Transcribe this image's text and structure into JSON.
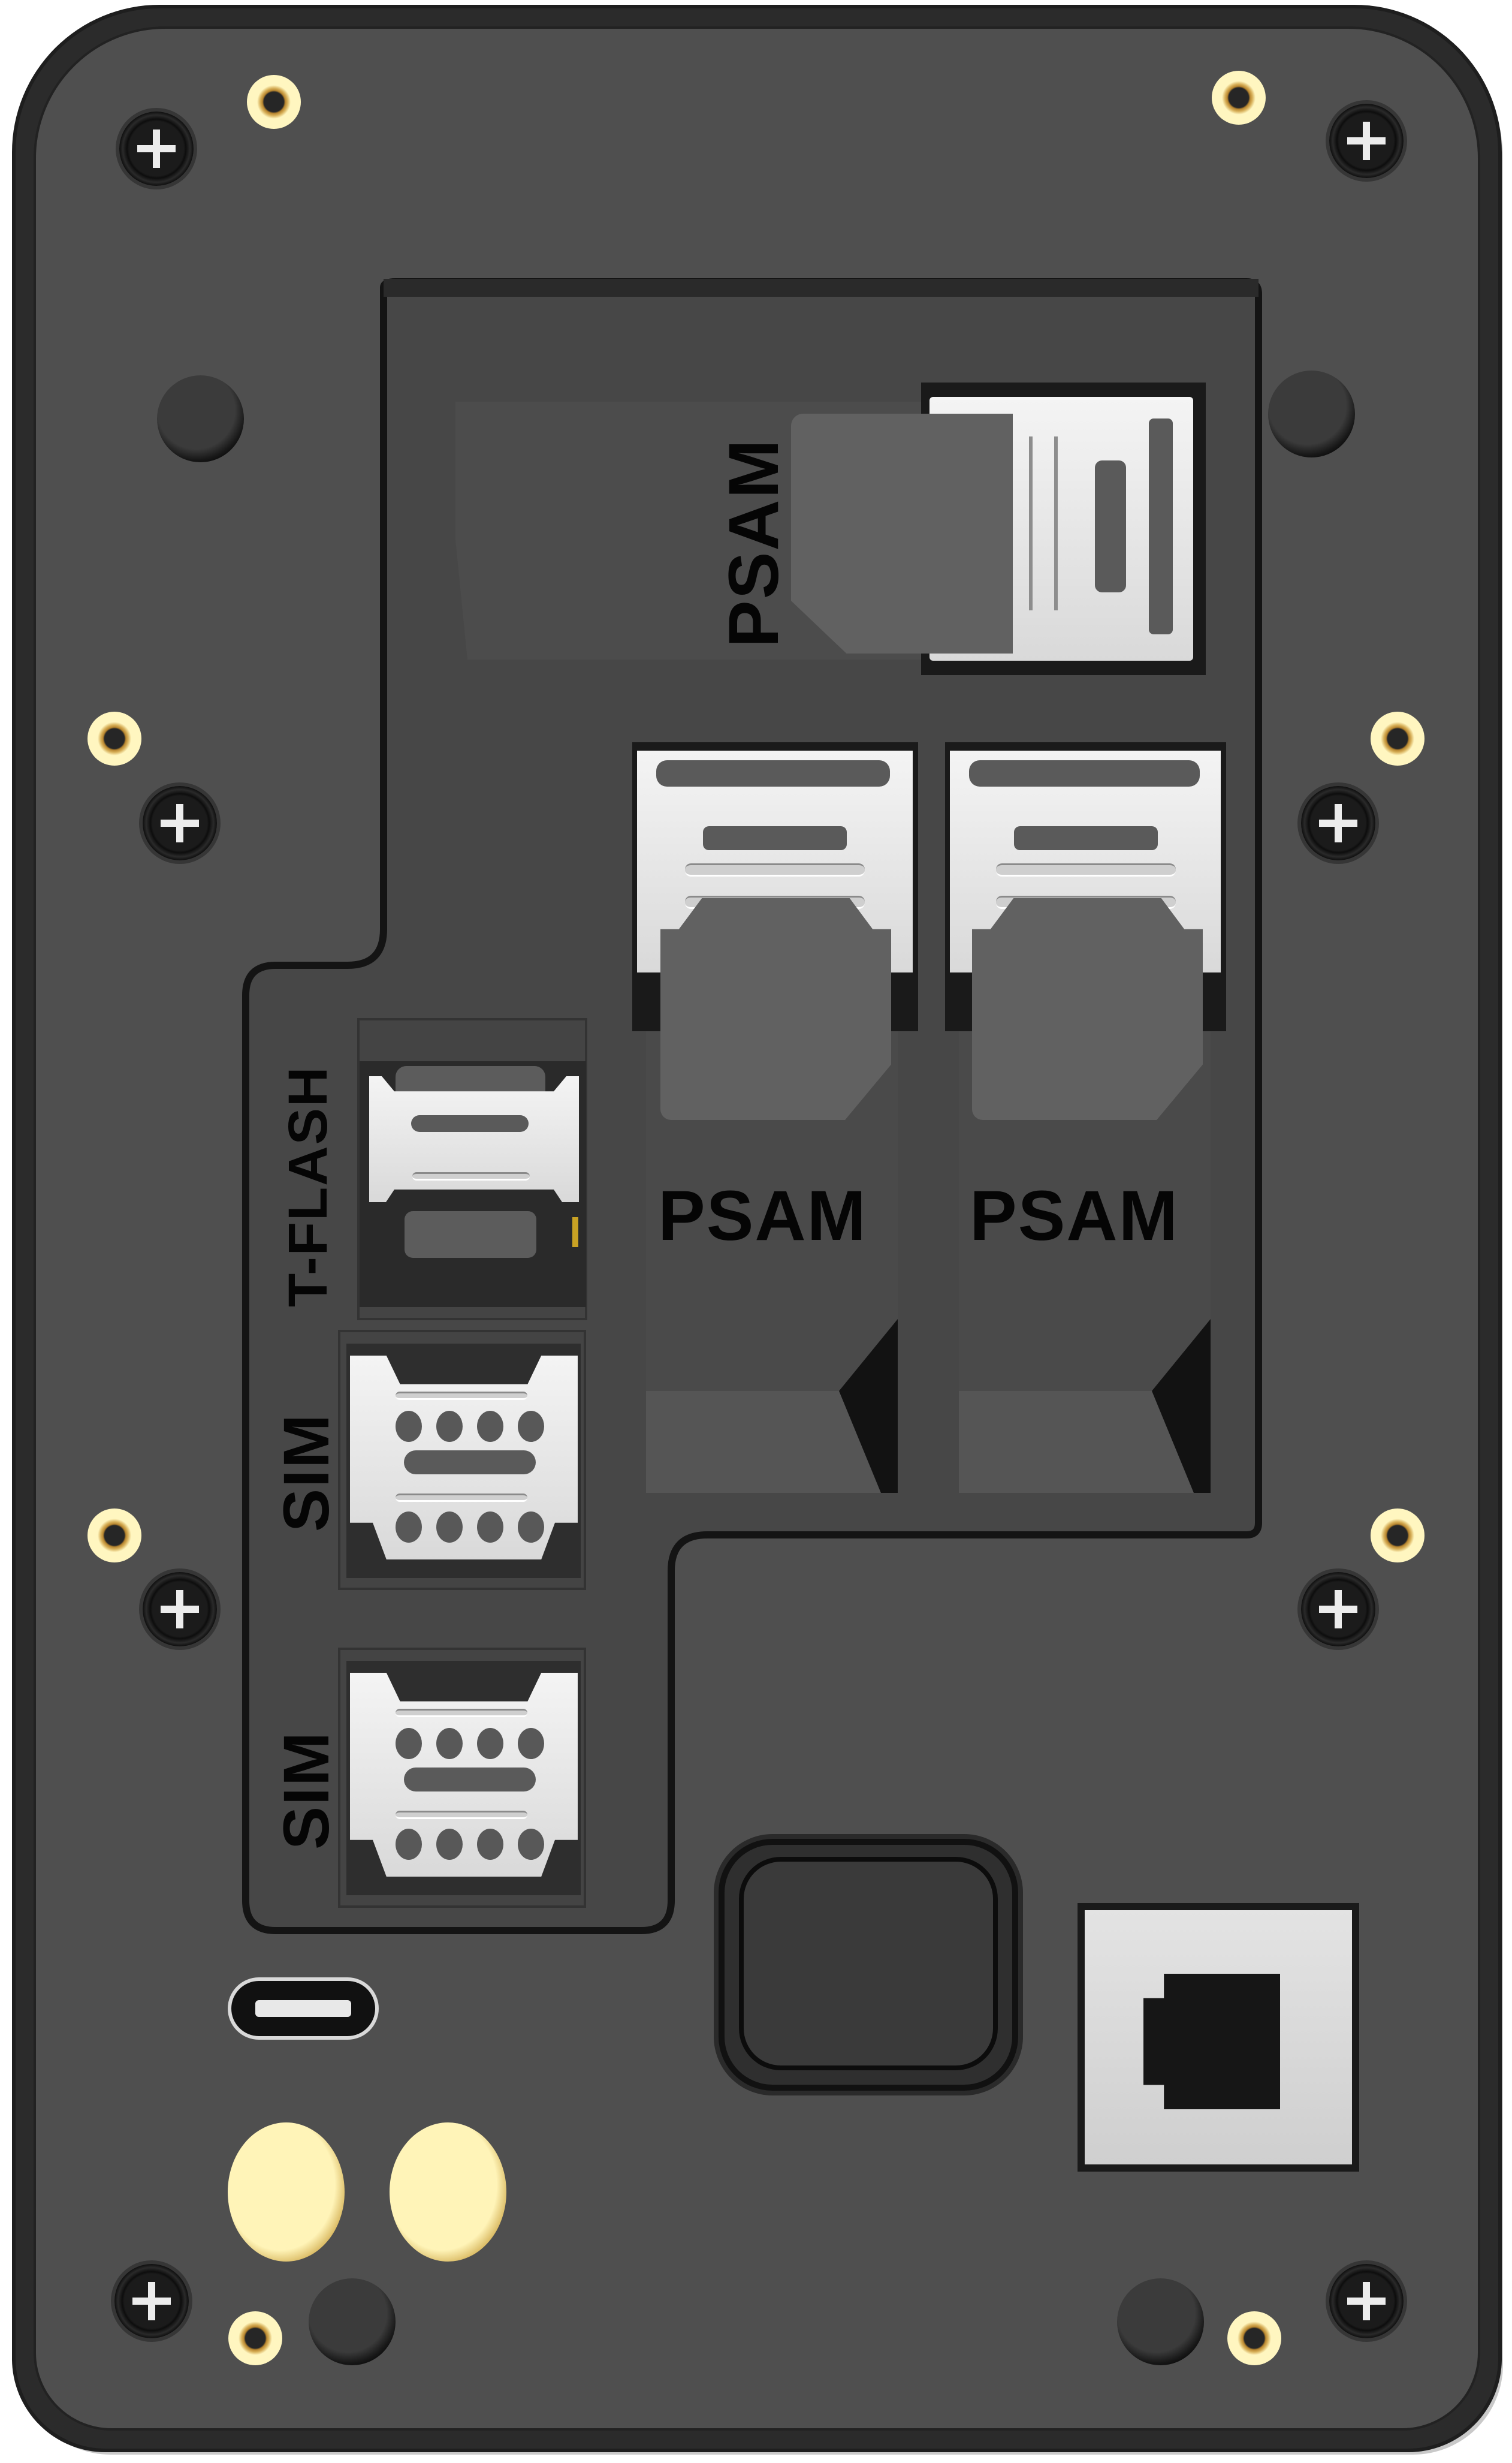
{
  "device": {
    "type": "card-reader-back-panel",
    "body_color": "#2b2b2b",
    "plate_color": "#4f4f4f",
    "recess_color": "#444444",
    "metal_color": "#e6e6e6",
    "gold_color": "#fff3b8",
    "label_color": "#050505"
  },
  "slots": {
    "psam_top": {
      "label": "PSAM",
      "orientation": "vertical"
    },
    "psam_left": {
      "label": "PSAM",
      "orientation": "horizontal"
    },
    "psam_right": {
      "label": "PSAM",
      "orientation": "horizontal"
    },
    "tflash": {
      "label": "T-FLASH",
      "orientation": "vertical"
    },
    "sim1": {
      "label": "SIM",
      "orientation": "vertical"
    },
    "sim2": {
      "label": "SIM",
      "orientation": "vertical"
    }
  },
  "ports": {
    "usb_c": {
      "name": "usb-c-port"
    },
    "rj45": {
      "name": "ethernet-port"
    },
    "button": {
      "name": "push-button"
    },
    "antenna": [
      {
        "name": "antenna-connector-1"
      },
      {
        "name": "antenna-connector-2"
      }
    ]
  },
  "fasteners": {
    "screw_count": 8,
    "threaded_insert_count": 8,
    "mount_hole_count": 4
  }
}
